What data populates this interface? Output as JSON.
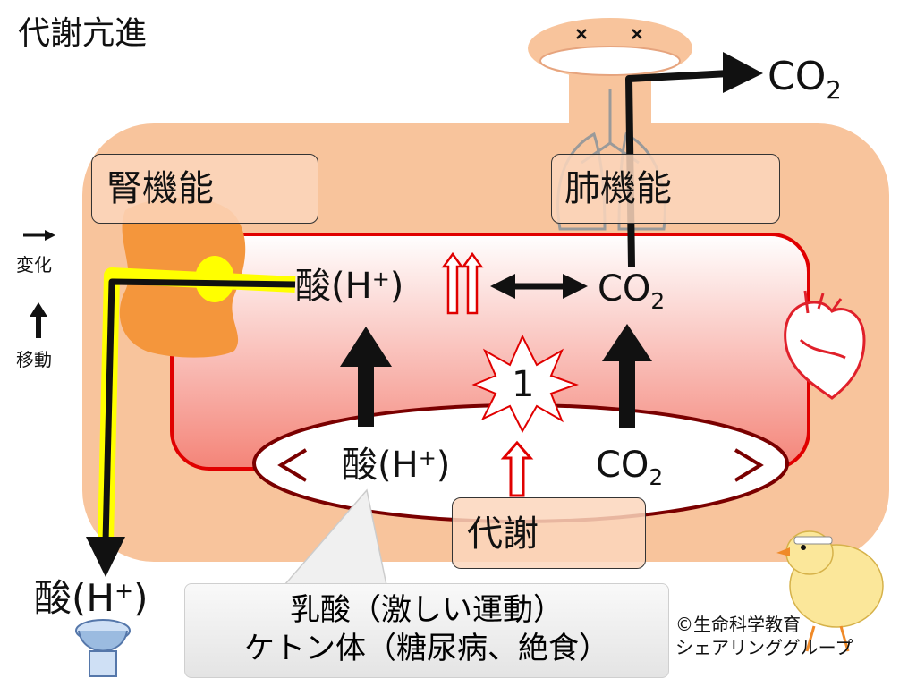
{
  "title": "代謝亢進",
  "legend": {
    "change_label": "変化",
    "move_label": "移動"
  },
  "organs": {
    "kidney_label": "腎機能",
    "lung_label": "肺機能"
  },
  "blood": {
    "acid_base": "酸(H",
    "acid_sup": "+",
    "acid_close": ")",
    "co2_base": "CO",
    "co2_sub": "2"
  },
  "tissue": {
    "acid_base": "酸(H",
    "acid_sup": "+",
    "acid_close": ")",
    "co2_base": "CO",
    "co2_sub": "2",
    "burst_number": "1",
    "metabolism_label": "代謝"
  },
  "exhaled": {
    "co2_base": "CO",
    "co2_sub": "2"
  },
  "urine": {
    "acid_base": "酸(H",
    "acid_sup": "+",
    "acid_close": ")"
  },
  "callout": {
    "line1": "乳酸（激しい運動）",
    "line2": "ケトン体（糖尿病、絶食）"
  },
  "copyright": {
    "line1": "©生命科学教育",
    "line2": "シェアリンググループ"
  },
  "colors": {
    "body": "#f8c49c",
    "blood_border": "#e00000",
    "blood_top": "#ffffff",
    "blood_bottom": "#f48478",
    "kidney": "#f4963c",
    "urine_path": "#ffff00",
    "tissue_border": "#7a0000",
    "label_box": "#fcd6bc"
  }
}
